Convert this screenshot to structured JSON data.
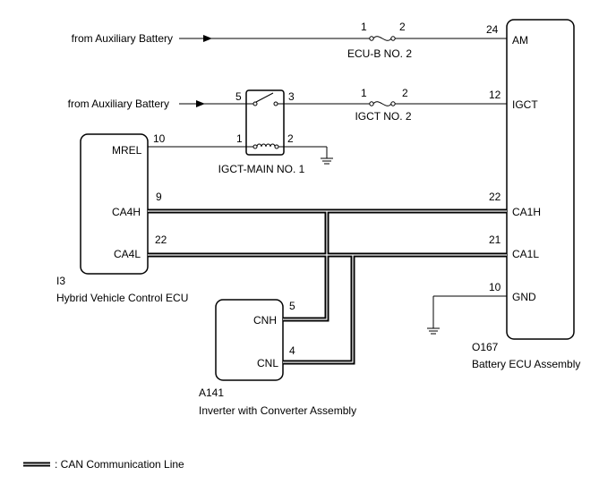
{
  "supply": {
    "from_aux_1": "from Auxiliary Battery",
    "from_aux_2": "from Auxiliary Battery"
  },
  "fuses": {
    "ecu_b": {
      "label": "ECU-B NO. 2",
      "pin_a": "1",
      "pin_b": "2"
    },
    "igct": {
      "label": "IGCT NO. 2",
      "pin_a": "1",
      "pin_b": "2"
    }
  },
  "relay": {
    "label": "IGCT-MAIN NO. 1",
    "pin_5": "5",
    "pin_3": "3",
    "pin_1": "1",
    "pin_2": "2"
  },
  "ecu_hv": {
    "code": "I3",
    "name": "Hybrid Vehicle Control ECU",
    "pins": [
      {
        "label": "MREL",
        "num": "10"
      },
      {
        "label": "CA4H",
        "num": "9"
      },
      {
        "label": "CA4L",
        "num": "22"
      }
    ]
  },
  "battery_ecu": {
    "code": "O167",
    "name": "Battery ECU Assembly",
    "pins": [
      {
        "label": "AM",
        "num": "24"
      },
      {
        "label": "IGCT",
        "num": "12"
      },
      {
        "label": "CA1H",
        "num": "22"
      },
      {
        "label": "CA1L",
        "num": "21"
      },
      {
        "label": "GND",
        "num": "10"
      }
    ]
  },
  "inverter": {
    "code": "A141",
    "name": "Inverter with Converter Assembly",
    "pins": [
      {
        "label": "CNH",
        "num": "5"
      },
      {
        "label": "CNL",
        "num": "4"
      }
    ]
  },
  "legend": {
    "text": ": CAN Communication Line"
  }
}
